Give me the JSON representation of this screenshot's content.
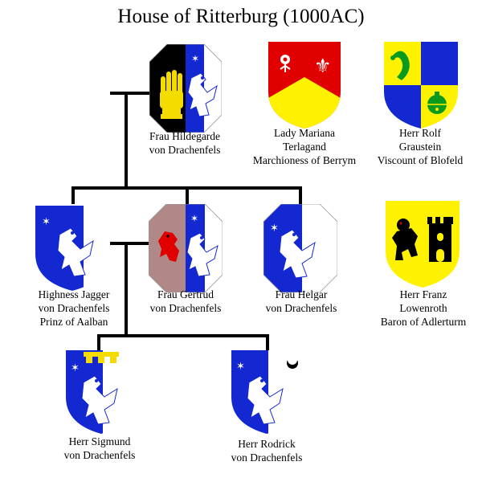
{
  "title": "House of Ritterburg (1000AC)",
  "colors": {
    "blue": "#1428d2",
    "red": "#e00000",
    "yellow": "#fff200",
    "green": "#0a9a1e",
    "black": "#000000",
    "gold": "#f5dc00",
    "mauve": "#b08888",
    "white": "#ffffff"
  },
  "people": {
    "hildegarde": {
      "line1": "Frau Hildegarde",
      "line2": "von Drachenfels"
    },
    "mariana": {
      "line1": "Lady Mariana",
      "line2": "Terlagand",
      "line3": "Marchioness of Berrym"
    },
    "rolf": {
      "line1": "Herr Rolf",
      "line2": "Graustein",
      "line3": "Viscount of Blofeld"
    },
    "jagger": {
      "line1": "Highness Jagger",
      "line2": "von Drachenfels",
      "line3": "Prinz of Aalban"
    },
    "gertrud": {
      "line1": "Frau Gertrud",
      "line2": "von Drachenfels"
    },
    "helgar": {
      "line1": "Frau Helgar",
      "line2": "von Drachenfels"
    },
    "franz": {
      "line1": "Herr Franz",
      "line2": "Lowenroth",
      "line3": "Baron of Adlerturm"
    },
    "sigmund": {
      "line1": "Herr Sigmund",
      "line2": "von Drachenfels"
    },
    "rodrick": {
      "line1": "Herr Rodrick",
      "line2": "von Drachenfels"
    }
  },
  "icons": {
    "hildegarde": "gauntlet-and-dragon-arms",
    "mariana": "fleur-de-lis-and-chevron-arms",
    "rolf": "bugle-and-bell-arms",
    "jagger": "dragon-and-star-arms",
    "gertrud": "wolf-and-dragon-arms",
    "helgar": "dragon-and-star-arms",
    "franz": "lion-and-tower-arms",
    "sigmund": "dragon-with-label-arms",
    "rodrick": "dragon-with-crescent-arms"
  }
}
